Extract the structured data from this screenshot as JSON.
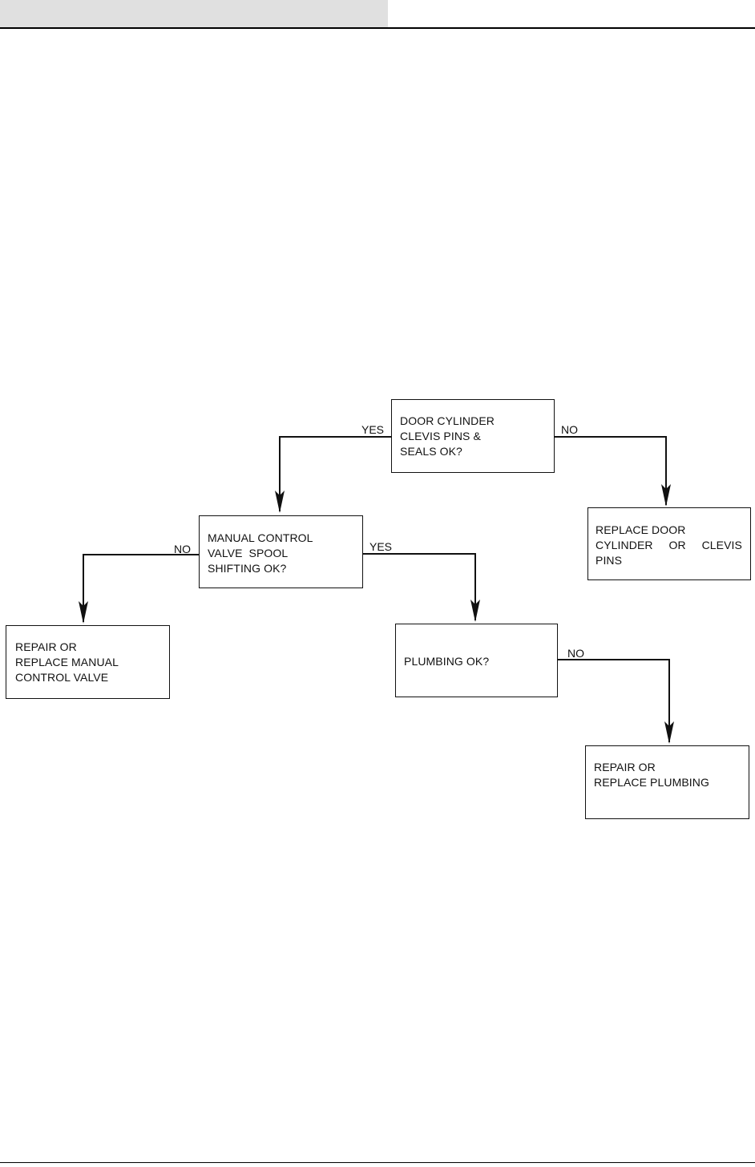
{
  "nodes": {
    "door_cylinder": {
      "lines": [
        "DOOR CYLINDER",
        "CLEVIS PINS &",
        "SEALS OK?"
      ]
    },
    "replace_door": {
      "line1": "REPLACE DOOR",
      "line2_words": [
        "CYLINDER",
        "OR",
        "CLEVIS"
      ],
      "line3": "PINS"
    },
    "manual_valve": {
      "lines": [
        "MANUAL CONTROL",
        "VALVE  SPOOL",
        "SHIFTING OK?"
      ]
    },
    "repair_valve": {
      "lines": [
        "REPAIR OR",
        "REPLACE MANUAL",
        "CONTROL VALVE"
      ]
    },
    "plumbing": {
      "lines": [
        "PLUMBING OK?"
      ]
    },
    "repair_plumbing": {
      "lines": [
        "REPAIR OR",
        "REPLACE PLUMBING"
      ]
    }
  },
  "edges": {
    "door_yes": "YES",
    "door_no": "NO",
    "valve_no": "NO",
    "valve_yes": "YES",
    "plumbing_no": "NO"
  }
}
